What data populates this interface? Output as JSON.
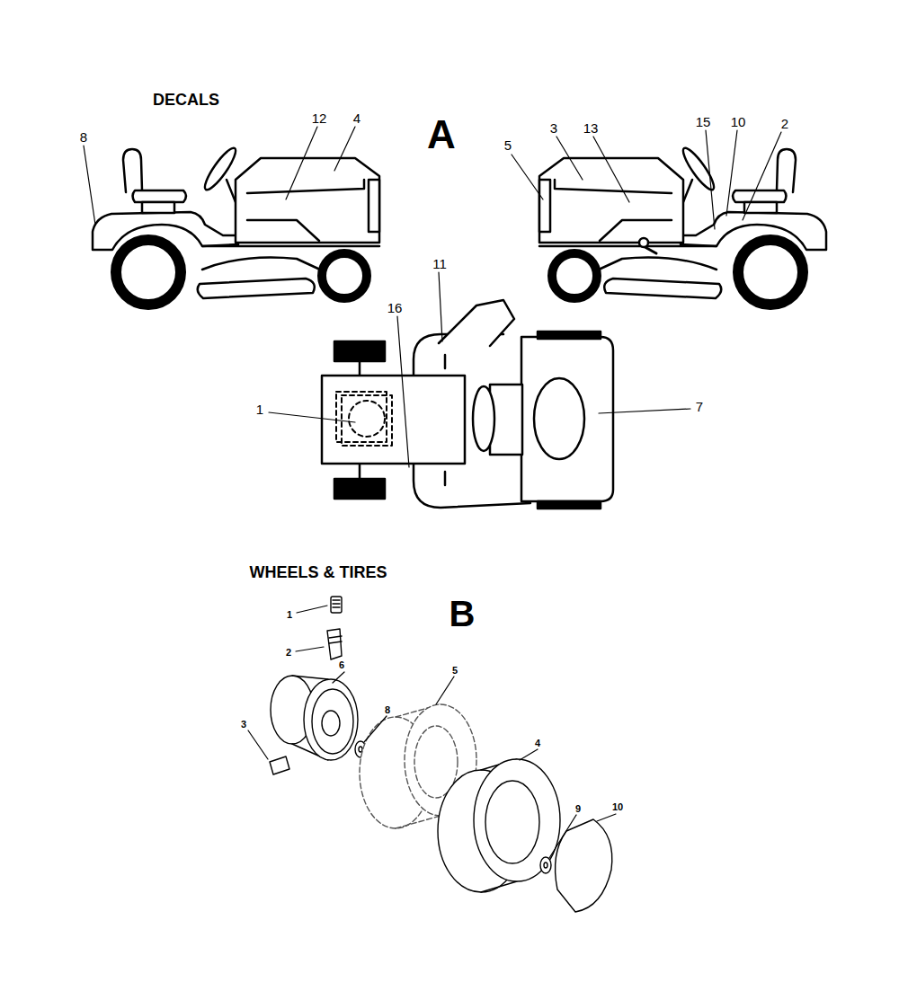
{
  "diagram": {
    "labels": [
      "DECALS",
      "A",
      "8",
      "12",
      "4",
      "3",
      "13",
      "5",
      "15",
      "10",
      "2",
      "11",
      "16",
      "1",
      "7",
      "WHEELS & TIRES",
      "B",
      "1",
      "2",
      "6",
      "3",
      "8",
      "5",
      "4",
      "9",
      "10"
    ]
  }
}
